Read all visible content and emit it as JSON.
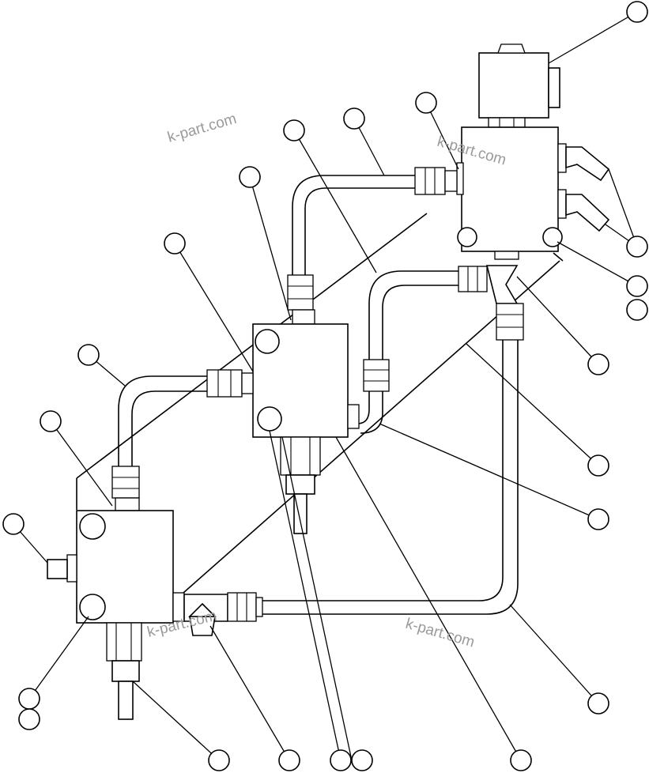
{
  "diagram": {
    "watermarks": [
      "k-part.com",
      "k-part.com",
      "k-part.com",
      "k-part.com"
    ],
    "callouts": [
      {
        "id": "c1",
        "label": ""
      },
      {
        "id": "c2",
        "label": ""
      },
      {
        "id": "c3",
        "label": ""
      },
      {
        "id": "c4",
        "label": ""
      },
      {
        "id": "c5",
        "label": ""
      },
      {
        "id": "c6",
        "label": ""
      },
      {
        "id": "c7",
        "label": ""
      },
      {
        "id": "c8",
        "label": ""
      },
      {
        "id": "c9",
        "label": ""
      },
      {
        "id": "c10",
        "label": ""
      },
      {
        "id": "c11",
        "label": ""
      },
      {
        "id": "c12",
        "label": ""
      },
      {
        "id": "c13",
        "label": ""
      },
      {
        "id": "c14",
        "label": ""
      },
      {
        "id": "c15",
        "label": ""
      },
      {
        "id": "c16",
        "label": ""
      },
      {
        "id": "c17",
        "label": ""
      },
      {
        "id": "c18",
        "label": ""
      },
      {
        "id": "c19",
        "label": ""
      },
      {
        "id": "c20",
        "label": ""
      },
      {
        "id": "c21",
        "label": ""
      },
      {
        "id": "c22",
        "label": ""
      },
      {
        "id": "c23",
        "label": ""
      },
      {
        "id": "c24",
        "label": ""
      },
      {
        "id": "c25",
        "label": ""
      }
    ]
  }
}
